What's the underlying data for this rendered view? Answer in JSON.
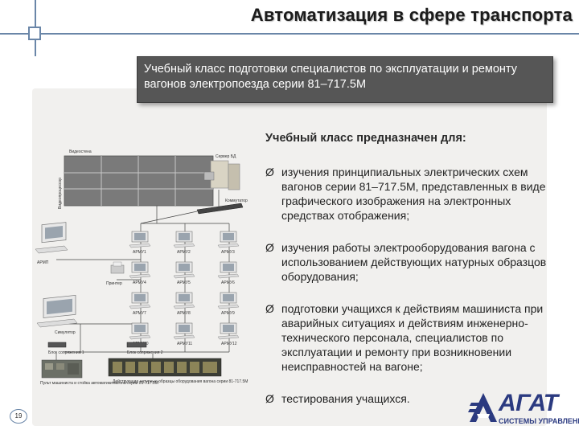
{
  "slide": {
    "title": "Автоматизация в сфере транспорта",
    "page_number": "19"
  },
  "banner": {
    "line1": "Учебный класс подготовки специалистов по эксплуатации и ремонту",
    "line2": "вагонов электропоезда  серии  81–717.5М"
  },
  "content": {
    "subtitle": "Учебный класс предназначен для:",
    "bullet_marker": "Ø",
    "bullets": [
      "изучения принципиальных электрических схем вагонов серии 81–717.5М, представленных в виде графического изображения на электронных средствах отображения;",
      "изучения работы электрооборудования вагона с использованием действующих натурных образцов оборудования;",
      "подготовки учащихся к действиям машиниста при аварийных ситуациях и действиям инженерно-технического персонала, специалистов по эксплуатации и ремонту при возникновении неисправностей на вагоне;",
      "тестирования учащихся."
    ]
  },
  "diagram": {
    "videowall": "Видеостена",
    "videowall_side": "Видеопроцессор",
    "server": "Сервер БД",
    "switch": "Коммутатор",
    "instructor": "АРМП",
    "printer": "Принтер",
    "simulator": "Симулятор",
    "workstations": [
      "АРМУ1",
      "АРМУ2",
      "АРМУ3",
      "АРМУ4",
      "АРМУ5",
      "АРМУ6",
      "АРМУ7",
      "АРМУ8",
      "АРМУ9",
      "АРМУ10",
      "АРМУ11",
      "АРМУ12"
    ],
    "block1": "Блок сопряжения 1",
    "block2": "Блок сопряжения 2",
    "console": "Пульт машиниста и стойка автоматики вагона серии 81-717.5М",
    "equipment": "Действующие натурные образцы оборудования вагона серии 81-717.5М"
  },
  "logo": {
    "name": "АГАТ",
    "tagline": "СИСТЕМЫ УПРАВЛЕНИЯ"
  },
  "colors": {
    "accent_line": "#6a86a8",
    "banner_bg": "#565656",
    "panel_bg": "#f1f0ee",
    "logo_blue": "#2b3a80"
  }
}
